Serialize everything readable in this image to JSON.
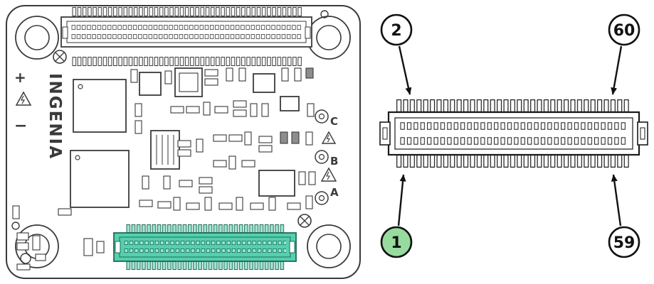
{
  "colors": {
    "outline": "#3a3a3a",
    "detail_outline": "#1a1a1a",
    "highlight_teal": "#56cfae",
    "highlight_teal_light": "#9fe5d2",
    "highlight_teal_dark": "#1d6b58",
    "callout_green_fill": "#97db9f",
    "background": "#ffffff"
  },
  "pcb": {
    "brand_label": "INGENIA",
    "silkscreen": {
      "plus": "+",
      "minus": "−",
      "phase_a": "A",
      "phase_b": "B",
      "phase_c": "C"
    }
  },
  "pinout": {
    "callouts": [
      {
        "label": "2",
        "position": "top-left",
        "highlighted": false
      },
      {
        "label": "60",
        "position": "top-right",
        "highlighted": false
      },
      {
        "label": "1",
        "position": "bottom-left",
        "highlighted": true
      },
      {
        "label": "59",
        "position": "bottom-right",
        "highlighted": false
      }
    ]
  }
}
